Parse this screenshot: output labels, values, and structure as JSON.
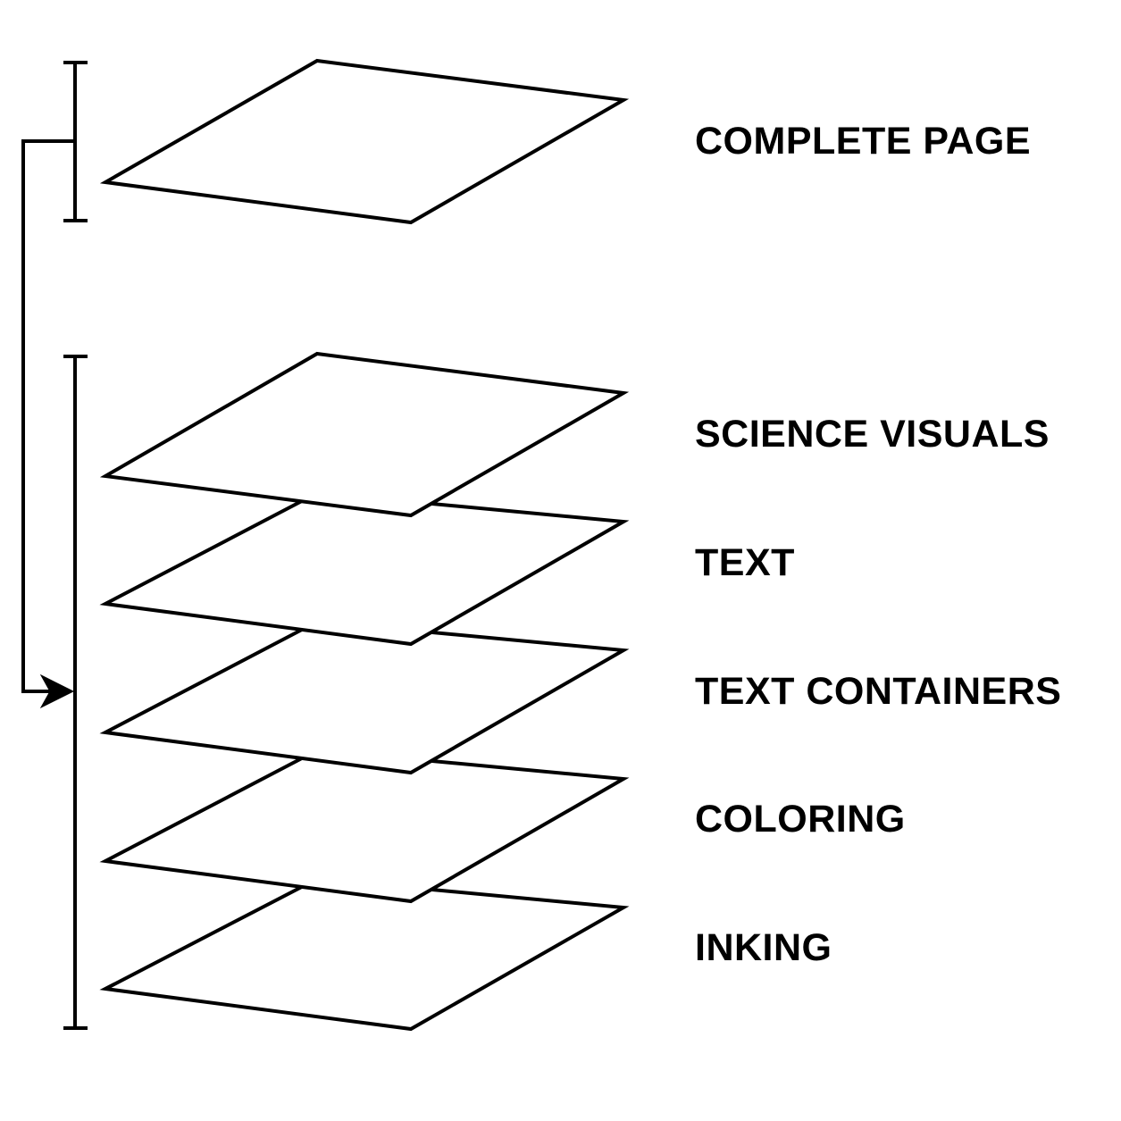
{
  "colors": {
    "stroke": "#000000",
    "fill": "#ffffff",
    "background": "#ffffff"
  },
  "layers": {
    "complete_page": {
      "label": "COMPLETE PAGE"
    },
    "science_visuals": {
      "label": "SCIENCE VISUALS"
    },
    "text": {
      "label": "TEXT"
    },
    "text_containers": {
      "label": "TEXT CONTAINERS"
    },
    "coloring": {
      "label": "COLORING"
    },
    "inking": {
      "label": "INKING"
    }
  },
  "connector": {
    "icon": "arrow-right-icon"
  }
}
